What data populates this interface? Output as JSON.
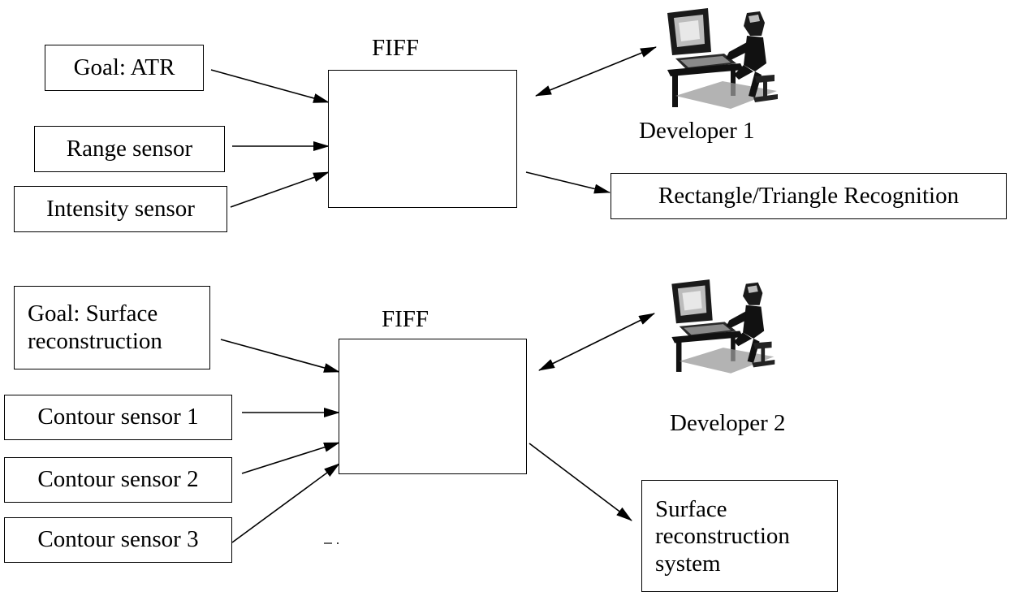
{
  "diagrams": [
    {
      "engine_label": "FIFF",
      "inputs": [
        "Goal: ATR",
        "Range sensor",
        "Intensity sensor"
      ],
      "developer_label": "Developer 1",
      "output": "Rectangle/Triangle Recognition"
    },
    {
      "engine_label": "FIFF",
      "inputs": [
        "Goal: Surface\nreconstruction",
        "Contour sensor 1",
        "Contour sensor 2",
        "Contour sensor 3"
      ],
      "developer_label": "Developer 2",
      "output": "Surface\nreconstruction\nsystem"
    }
  ],
  "icons": {
    "developer": "person-at-computer-icon"
  }
}
